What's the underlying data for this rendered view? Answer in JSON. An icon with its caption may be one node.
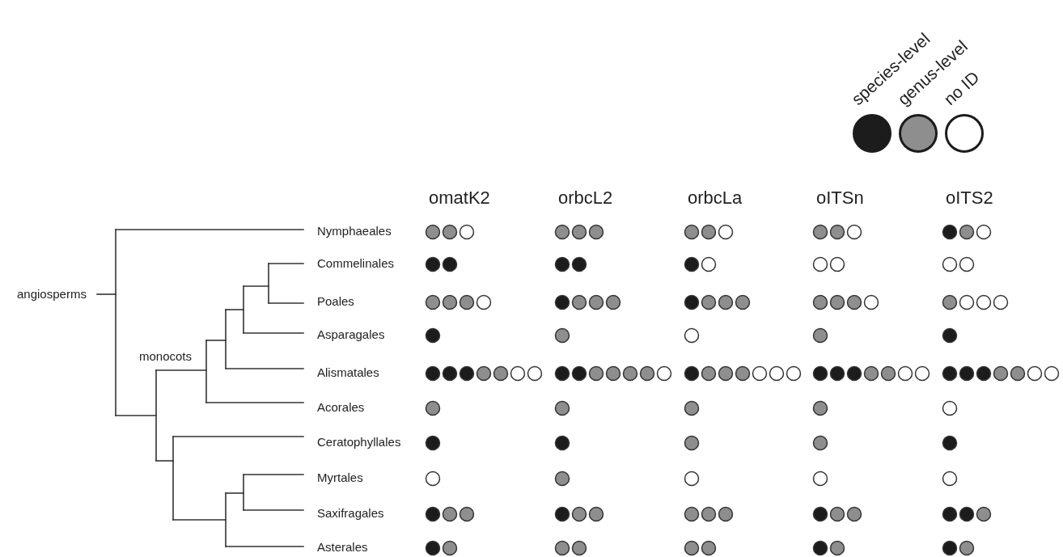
{
  "diagram": {
    "labels": [
      "omatK2",
      "orbcL2",
      "orbcLa",
      "oITSn",
      "oITS2",
      "Nymphaeales",
      "Commelinales",
      "Poales",
      "Asparagales",
      "Alismatales",
      "Acorales",
      "Ceratophyllales",
      "Myrtales",
      "Saxifragales",
      "Asterales",
      "angiosperms",
      "monocots"
    ],
    "legend": [
      {
        "text": "species-level",
        "color": "#1c1c1c"
      },
      {
        "text": "genus-level",
        "color": "#8e8e8e"
      },
      {
        "text": "no ID"
      }
    ]
  }
}
